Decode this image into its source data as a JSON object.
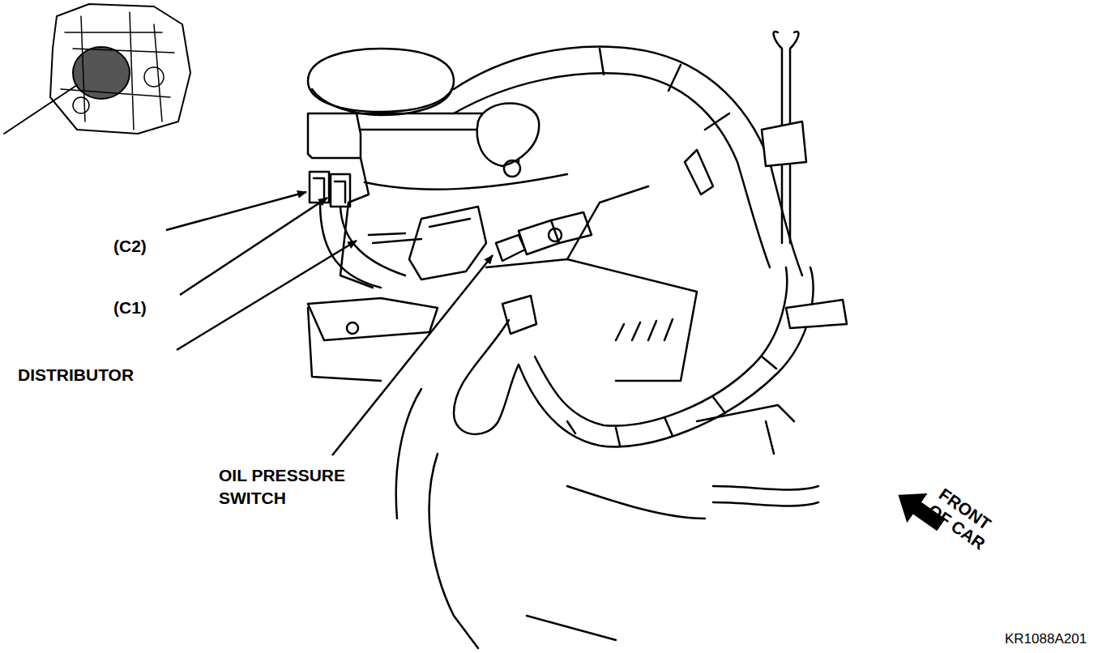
{
  "diagram": {
    "labels": [
      "(C2)",
      "(C1)",
      "DISTRIBUTOR",
      "OIL PRESSURE SWITCH",
      "FRONT OF CAR",
      "KR1088A201"
    ]
  }
}
